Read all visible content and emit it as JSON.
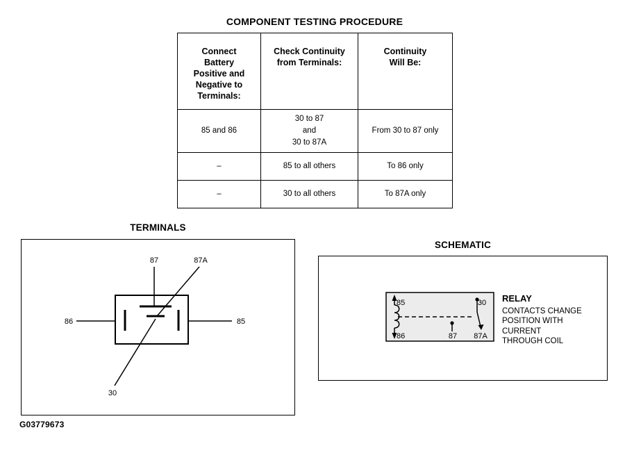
{
  "testing_table": {
    "title": "COMPONENT TESTING PROCEDURE",
    "headers": [
      "Connect\nBattery\nPositive and\nNegative to\nTerminals:",
      "Check Continuity\nfrom Terminals:",
      "Continuity\nWill Be:"
    ],
    "rows": [
      [
        "85 and 86",
        "30 to 87\nand\n30 to 87A",
        "From 30 to 87 only"
      ],
      [
        "–",
        "85 to all others",
        "To 86 only"
      ],
      [
        "–",
        "30 to all others",
        "To 87A only"
      ]
    ]
  },
  "terminals_diagram": {
    "title": "TERMINALS",
    "labels": {
      "t87": "87",
      "t87a": "87A",
      "t86": "86",
      "t85": "85",
      "t30": "30"
    }
  },
  "schematic_diagram": {
    "title": "SCHEMATIC",
    "labels": {
      "t85": "85",
      "t30": "30",
      "t86": "86",
      "t87": "87",
      "t87a": "87A"
    },
    "relay_title": "RELAY",
    "note": "CONTACTS CHANGE\nPOSITION WITH\nCURRENT\nTHROUGH COIL"
  },
  "footer": {
    "figure_id": "G03779673"
  }
}
